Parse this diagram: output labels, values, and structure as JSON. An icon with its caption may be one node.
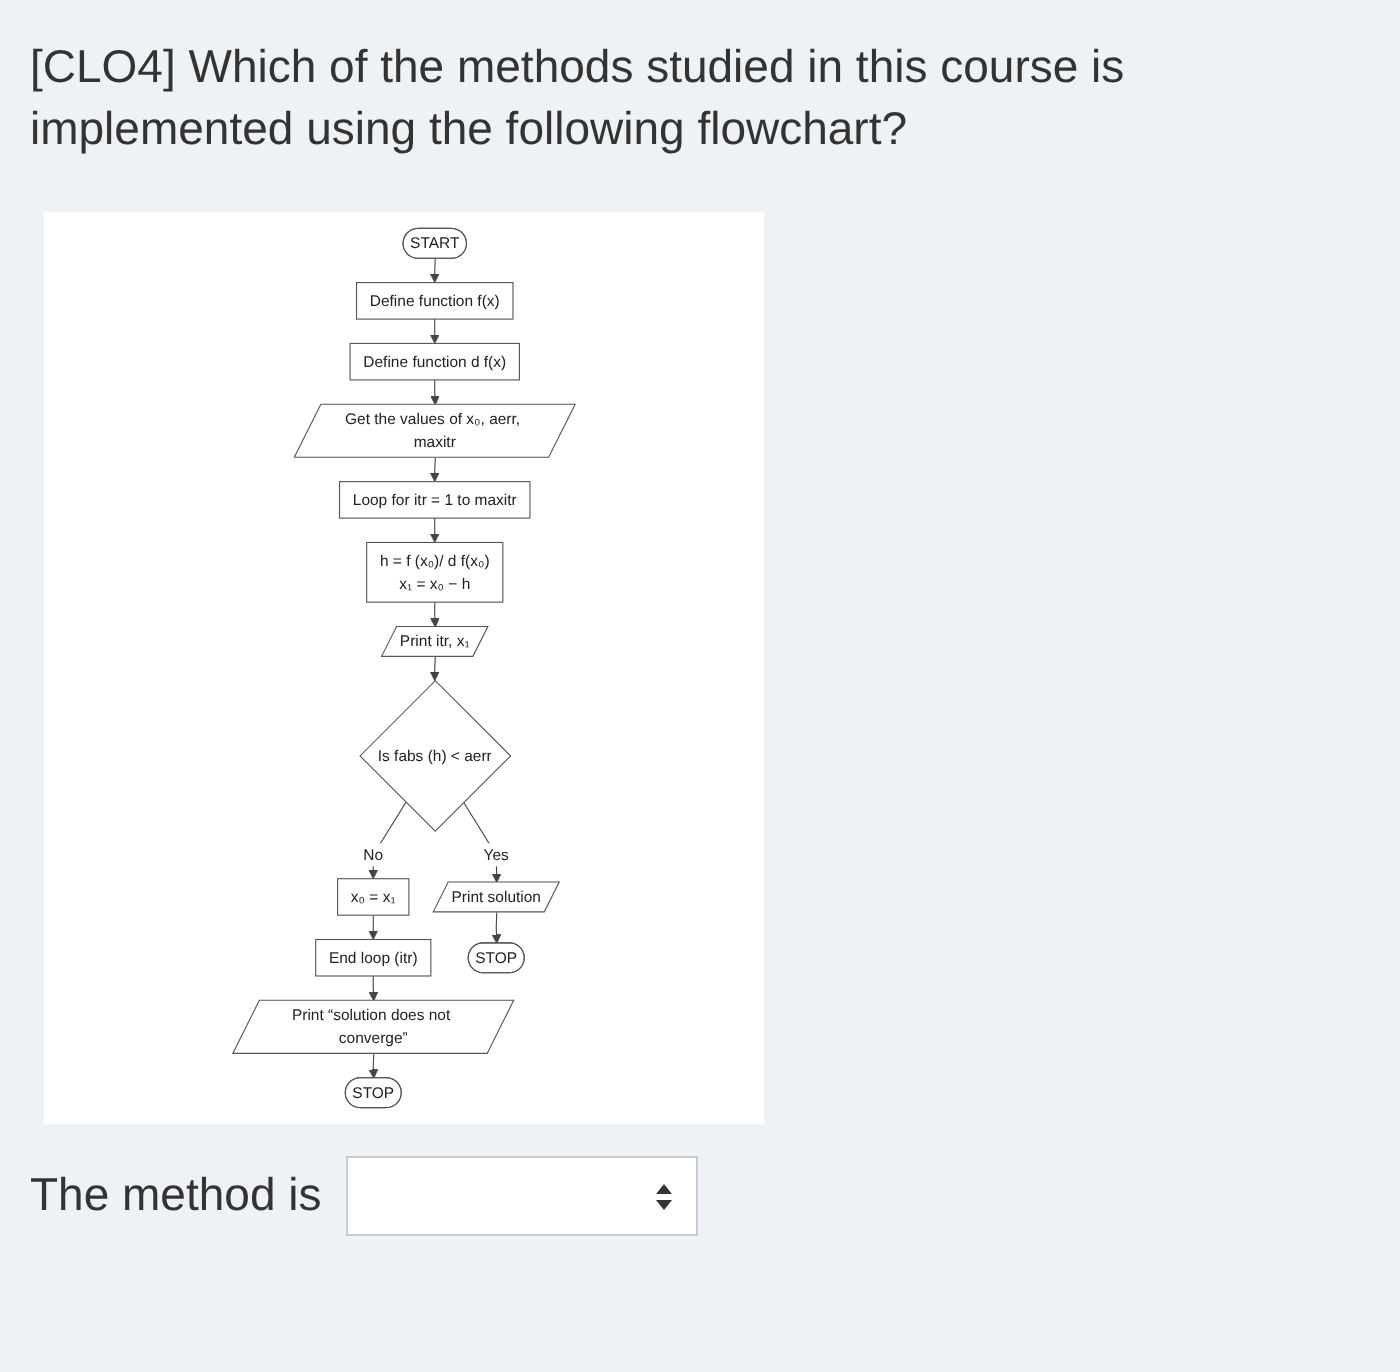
{
  "diagram": {
    "title": "[CLO4] Which of the methods studied in this course is implemented using the following flowchart?",
    "nodes": [
      {
        "text": [
          "START"
        ]
      },
      {
        "text": [
          "Define function f(x)"
        ]
      },
      {
        "text": [
          "Define function d f(x)"
        ]
      },
      {
        "text": [
          "Get the values of x₀, aerr, maxitr"
        ]
      },
      {
        "text": [
          "Loop for itr = 1 to maxitr"
        ]
      },
      {
        "text": [
          "h = f (x₀)/ d f(x₀)",
          "x₁ = x₀ − h"
        ]
      },
      {
        "text": [
          "Print itr, x₁"
        ]
      },
      {
        "text": [
          "Is fabs (h) < aerr"
        ]
      },
      {
        "text": [
          "x₀ = x₁"
        ]
      },
      {
        "text": [
          "End loop (itr)"
        ]
      },
      {
        "text": [
          "Print solution"
        ]
      },
      {
        "text": [
          "STOP"
        ]
      },
      {
        "text": [
          "Print “solution does not converge”"
        ]
      },
      {
        "text": [
          "STOP"
        ]
      }
    ],
    "edges": [
      {
        "from": 0,
        "to": 1,
        "arrow": "to"
      },
      {
        "from": 1,
        "to": 2,
        "arrow": "to"
      },
      {
        "from": 2,
        "to": 3,
        "arrow": "to"
      },
      {
        "from": 3,
        "to": 4,
        "arrow": "to"
      },
      {
        "from": 4,
        "to": 5,
        "arrow": "to"
      },
      {
        "from": 5,
        "to": 6,
        "arrow": "to"
      },
      {
        "from": 6,
        "to": 7,
        "arrow": "to"
      },
      {
        "from": 7,
        "to": 8,
        "arrow": "to",
        "label": "No"
      },
      {
        "from": 8,
        "to": 9,
        "arrow": "to"
      },
      {
        "from": 7,
        "to": 10,
        "arrow": "to",
        "label": "Yes"
      },
      {
        "from": 9,
        "to": 12,
        "arrow": "to"
      },
      {
        "from": 10,
        "to": 11,
        "arrow": "to"
      },
      {
        "from": 12,
        "to": 13,
        "arrow": "to"
      }
    ],
    "labels": [
      "The method is"
    ]
  }
}
